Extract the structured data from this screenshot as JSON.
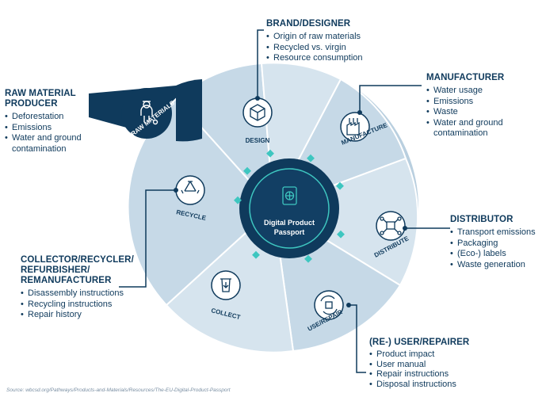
{
  "center": {
    "line1": "Digital Product",
    "line2": "Passport"
  },
  "stages": {
    "raw_materials": "RAW MATERIALS",
    "design": "DESIGN",
    "manufacture": "MANUFACTURE",
    "distribute": "DISTRIBUTE",
    "use_repair": "USE/REPAIR",
    "collect": "COLLECT",
    "recycle": "RECYCLE"
  },
  "actors": {
    "brand_designer": {
      "title": "BRAND/DESIGNER",
      "items": [
        "Origin of raw materials",
        "Recycled vs. virgin",
        "Resource consumption"
      ]
    },
    "raw_material_producer": {
      "title_line1": "RAW MATERIAL",
      "title_line2": "PRODUCER",
      "items": [
        "Deforestation",
        "Emissions",
        "Water and ground contamination"
      ]
    },
    "manufacturer": {
      "title": "MANUFACTURER",
      "items": [
        "Water usage",
        "Emissions",
        "Waste",
        "Water and ground contamination"
      ]
    },
    "distributor": {
      "title": "DISTRIBUTOR",
      "items": [
        "Transport emissions",
        "Packaging",
        "(Eco-) labels",
        "Waste generation"
      ]
    },
    "collector": {
      "title_line1": "COLLECTOR/RECYCLER/",
      "title_line2": "REFURBISHER/",
      "title_line3": "REMANUFACTURER",
      "items": [
        "Disassembly instructions",
        "Recycling instructions",
        "Repair history"
      ]
    },
    "user_repairer": {
      "title": "(RE-) USER/REPAIRER",
      "items": [
        "Product impact",
        "User manual",
        "Repair instructions",
        "Disposal instructions"
      ]
    }
  },
  "source": "Source: wbcsd.org/Pathways/Products-and-Materials/Resources/The-EU-Digital-Product-Passport",
  "colors": {
    "navy": "#0f3a5c",
    "ring_outer": "#b9cfdf",
    "ring_mid": "#cfdeea",
    "hub_dark": "#0f3a5c",
    "hub_ring": "#3ec6c0"
  }
}
